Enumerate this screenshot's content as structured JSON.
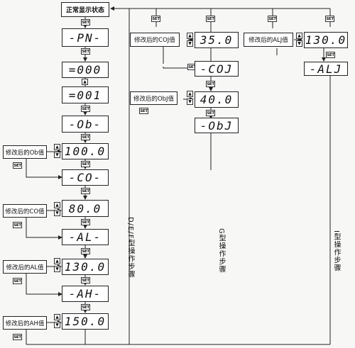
{
  "flow": {
    "start_label": "正常显示状态",
    "set_label": "SET",
    "up_arrow": "▲",
    "down_arrow": "▼",
    "col1": {
      "d1": "-PN-",
      "d2": "=000",
      "d3": "=001",
      "d4": "-Ob-",
      "d5": "100.0",
      "d6": "-CO-",
      "d7": "80.0",
      "d8": "-AL-",
      "d9": "130.0",
      "d10": "-AH-",
      "d11": "150.0",
      "note_ob": "修改后的Ob值",
      "note_co": "修改后的CO值",
      "note_al": "修改后的AL值",
      "note_ah": "修改后的AH值",
      "caption": "D/E/F型操作步骤"
    },
    "col2": {
      "d1": "35.0",
      "d2": "-COJ",
      "d3": "40.0",
      "d4": "-ObJ",
      "note_coj": "修改后的COJ值",
      "note_obj": "修改后的ObJ值",
      "caption": "G型操作步骤"
    },
    "col3": {
      "d1": "130.0",
      "d2": "-ALJ",
      "note_alj": "修改后的ALJ值",
      "caption": "I型操作步骤"
    }
  }
}
